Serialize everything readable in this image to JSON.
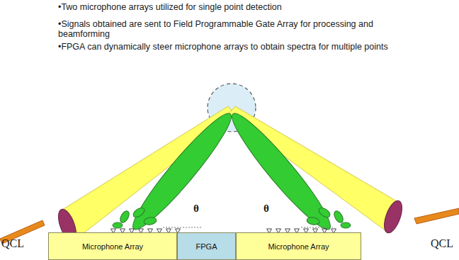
{
  "diagram": {
    "nodes": [
      {
        "text": [
          "Microphone Array"
        ]
      },
      {
        "text": [
          "FPGA"
        ]
      },
      {
        "text": [
          "Microphone Array"
        ]
      }
    ],
    "labels": [
      "•Two microphone arrays utilized for single point detection",
      "•Signals obtained are sent to Field Programmable Gate Array for processing and beamforming",
      "•FPGA can dynamically steer microphone arrays to obtain spectra for multiple points",
      "QCL",
      "QCL",
      "θ",
      "θ"
    ]
  }
}
